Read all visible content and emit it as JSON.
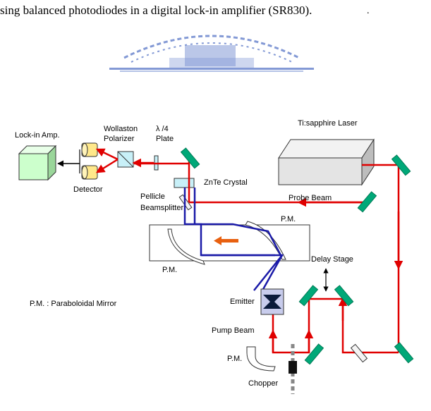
{
  "caption": {
    "text": "sing balanced photodiodes in a digital lock-in amplifier (SR830).",
    "trailing_mark": "."
  },
  "labels": {
    "lockin": "Lock-in Amp.",
    "wollaston_line1": "Wollaston",
    "wollaston_line2": "Polarizer",
    "lambda_line1": "λ /4",
    "lambda_line2": "Plate",
    "detector": "Detector",
    "laser": "Ti:sapphire Laser",
    "znte": "ZnTe Crystal",
    "pellicle_line1": "Pellicle",
    "pellicle_line2": "Beamsplitter",
    "probe": "Probe Beam",
    "pm_top": "P.M.",
    "pm_left": "P.M.",
    "delay": "Delay Stage",
    "legend": "P.M. : Paraboloidal Mirror",
    "emitter": "Emitter",
    "pump": "Pump Beam",
    "pm_bottom": "P.M.",
    "chopper": "Chopper"
  },
  "colors": {
    "beam_red": "#e00000",
    "beam_blue": "#1a1aa8",
    "mirror_teal": "#00a878",
    "lockin_green": "#ccffcc",
    "laser_gray": "#e4e4e4",
    "detector_yellow": "#ffe88a",
    "znte_cyan": "#c8f0f8",
    "arrow_orange": "#e86010",
    "watermark_blue": "#5a78c8"
  }
}
